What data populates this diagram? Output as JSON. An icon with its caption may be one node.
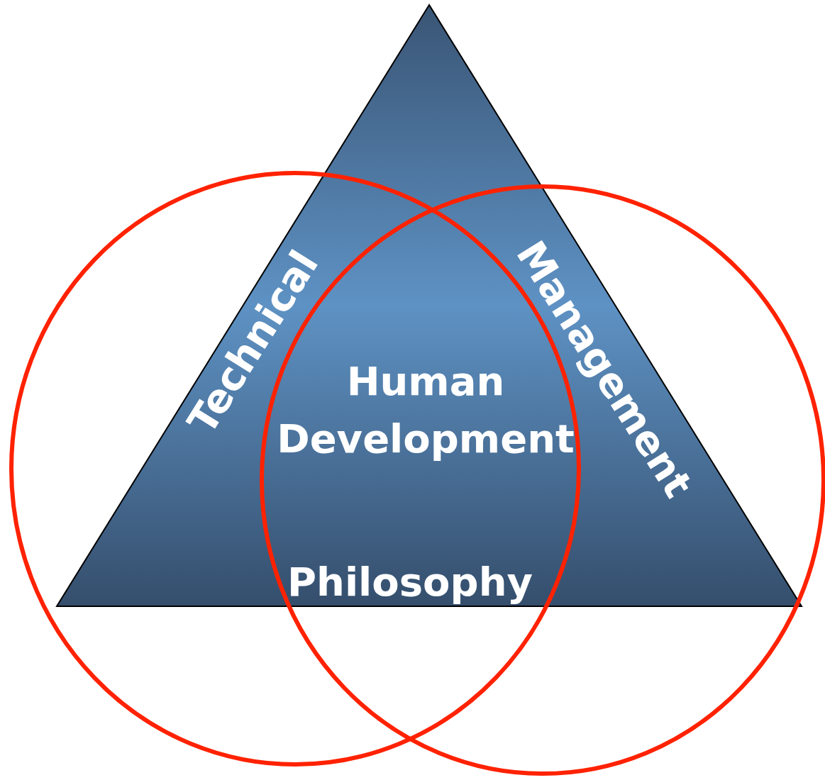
{
  "diagram": {
    "nodes": [
      {
        "text": [],
        "shape": "triangle"
      },
      {
        "text": [],
        "shape": "circle"
      },
      {
        "text": [],
        "shape": "circle"
      }
    ],
    "labels": [
      "Technical",
      "Management",
      "Human Development",
      "Philosophy"
    ]
  }
}
